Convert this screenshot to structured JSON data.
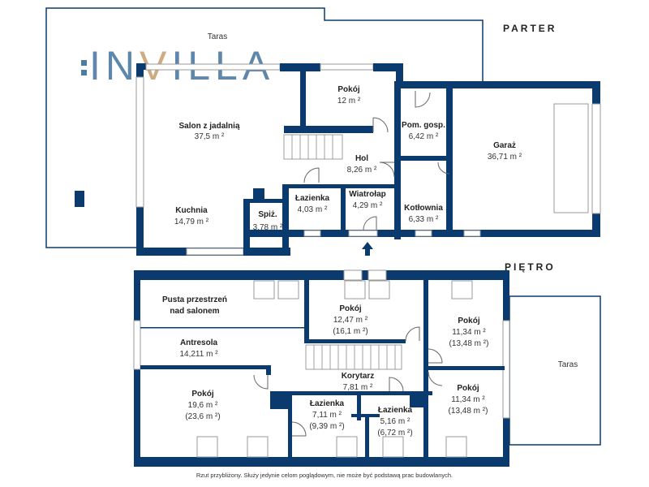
{
  "logo": {
    "text": "INVILLA",
    "prefix": "IN",
    "accent": "V",
    "suffix": "ILLA",
    "color": "#4d7ca3",
    "accent_color": "#c9a273"
  },
  "colors": {
    "wall": "#0b3a6f"
  },
  "parter": {
    "title": "PARTER",
    "terrace": "Taras",
    "rooms": [
      {
        "name": "Salon z jadalnią",
        "area": "37,5 m ²"
      },
      {
        "name": "Pokój",
        "area": "12 m ²"
      },
      {
        "name": "Pom. gosp.",
        "area": "6,42 m ²"
      },
      {
        "name": "Garaż",
        "area": "36,71 m ²"
      },
      {
        "name": "Hol",
        "area": "8,26 m ²"
      },
      {
        "name": "Kuchnia",
        "area": "14,79 m ²"
      },
      {
        "name": "Spiż.",
        "area": "3,78 m ²"
      },
      {
        "name": "Łazienka",
        "area": "4,03 m ²"
      },
      {
        "name": "Wiatrołap",
        "area": "4,29 m ²"
      },
      {
        "name": "Kotłownia",
        "area": "6,33 m ²"
      }
    ]
  },
  "pietro": {
    "title": "PIĘTRO",
    "terrace": "Taras",
    "rooms": [
      {
        "name": "Pusta przestrzeń",
        "name2": "nad salonem"
      },
      {
        "name": "Pokój",
        "area": "12,47 m ²",
        "area2": "(16,1 m ²)"
      },
      {
        "name": "Pokój",
        "area": "11,34 m ²",
        "area2": "(13,48 m ²)"
      },
      {
        "name": "Antresola",
        "area": "14,211 m ²"
      },
      {
        "name": "Korytarz",
        "area": "7,81 m ²"
      },
      {
        "name": "Pokój",
        "area": "19,6 m ²",
        "area2": "(23,6 m ²)"
      },
      {
        "name": "Łazienka",
        "area": "7,11 m ²",
        "area2": "(9,39 m ²)"
      },
      {
        "name": "Łazienka",
        "area": "5,16 m ²",
        "area2": "(6,72 m ²)"
      },
      {
        "name": "Pokój",
        "area": "11,34 m ²",
        "area2": "(13,48 m ²)"
      }
    ]
  },
  "footer_note": "Rzut przybliżony. Służy jedynie celom poglądowym, nie może być podstawą prac budowlanych."
}
